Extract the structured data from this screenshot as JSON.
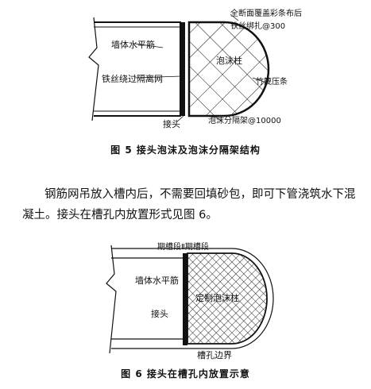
{
  "figure5": {
    "caption": "图 5   接头泡沫及泡沫分隔架结构",
    "labels": {
      "wall_rebar": "墙体水平筋",
      "mesh_top": "全断面覆盖彩条布后",
      "wire_bind": "铁丝绑扎@300",
      "wire_around": "铁丝绕过隔离网",
      "foam_column": "泡沫柱",
      "bamboo_strip": "竹篾压条",
      "joint": "接头",
      "foam_separator": "泡沫分隔架@10000"
    }
  },
  "paragraph": "钢筋网吊放入槽内后，不需要回填砂包，即可下管浇筑水下混凝土。接头在槽孔内放置形式见图 6。",
  "figure6": {
    "caption": "图 6   接头在槽孔内放置示意",
    "labels": {
      "top_sections": "期槽段Ⅱ期槽段",
      "wall_rebar": "墙体水平筋",
      "joint": "接头",
      "foam_column": "定制泡沫柱",
      "slot_boundary": "槽孔边界"
    }
  }
}
